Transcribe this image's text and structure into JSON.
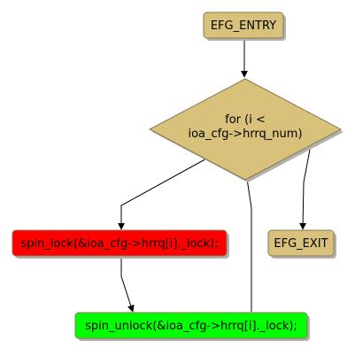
{
  "diagram": {
    "nodes": {
      "entry": {
        "label": "EFG_ENTRY",
        "color": "#d8c17a"
      },
      "loop": {
        "label_line1": "for (i <",
        "label_line2": "ioa_cfg->hrrq_num)",
        "color": "#d8c17a"
      },
      "exit": {
        "label": "EFG_EXIT",
        "color": "#d8c17a"
      },
      "lock": {
        "label": "spin_lock(&ioa_cfg->hrrq[i]._lock);",
        "color": "#ff0000"
      },
      "unlock": {
        "label": "spin_unlock(&ioa_cfg->hrrq[i]._lock);",
        "color": "#00ff00"
      }
    },
    "edges": [
      {
        "from": "entry",
        "to": "loop"
      },
      {
        "from": "loop",
        "to": "lock"
      },
      {
        "from": "loop",
        "to": "exit"
      },
      {
        "from": "lock",
        "to": "unlock"
      },
      {
        "from": "unlock",
        "to": "loop"
      }
    ],
    "node_border_color": "#8a7a50",
    "shadow_color": "#b0b0b0"
  }
}
